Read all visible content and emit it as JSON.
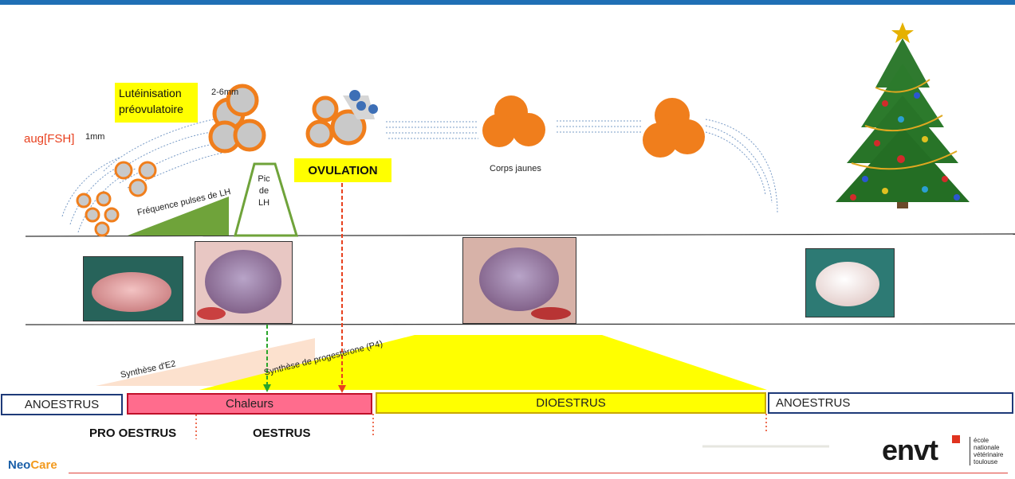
{
  "labels": {
    "aug_fsh": "aug[FSH]",
    "size_1mm": "1mm",
    "size_2_6mm": "2-6mm",
    "luteinisation_line1": "Lutéinisation",
    "luteinisation_line2": "préovulatoire",
    "ovulation": "OVULATION",
    "corps_jaunes": "Corps jaunes",
    "pic_lh_1": "Pic",
    "pic_lh_2": "de",
    "pic_lh_3": "LH",
    "frequence_lh": "Fréquence pulses de LH",
    "synthese_e2": "Synthèse d'E2",
    "synthese_p4": "Synthèse de progestérone (P4)"
  },
  "phases": {
    "anoestrus_left": "ANOESTRUS",
    "chaleurs": "Chaleurs",
    "dioestrus": "DIOESTRUS",
    "anoestrus_right": "ANOESTRUS"
  },
  "sub_phases": {
    "pro_oestrus": "PRO OESTRUS",
    "oestrus": "OESTRUS"
  },
  "footer": {
    "brand_part1": "Neo",
    "brand_part2": "Care",
    "logo_text": "envt",
    "logo_sub_1": "école",
    "logo_sub_2": "nationale",
    "logo_sub_3": "vétérinaire",
    "logo_sub_4": "toulouse"
  },
  "colors": {
    "header_bar": "#1f6fb5",
    "follicle_orange": "#f07e1c",
    "follicle_grey": "#c4c4c4",
    "lh_green": "#6fa33a",
    "chaleurs_pink": "#ff6c8d",
    "dioestrus_yellow": "#ffff00",
    "e2_peach": "#f9c8a6",
    "ovulation_arrow": "#e8411f",
    "chaleurs_arrow": "#2aa52a"
  },
  "icons": {
    "tree": "christmas-tree-icon",
    "logo": "envt-logo"
  }
}
